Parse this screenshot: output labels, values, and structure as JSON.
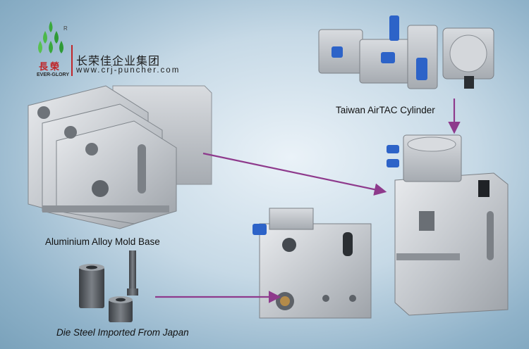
{
  "logo": {
    "mark": "R",
    "name_cn": "長榮",
    "name_en": "EVER-GLORY"
  },
  "brand": {
    "company_cn": "长荣佳企业集团",
    "website": "www.crj-puncher.com"
  },
  "captions": {
    "cylinder": "Taiwan AirTAC Cylinder",
    "mold_base": "Aluminium Alloy Mold Base",
    "die_steel": "Die Steel Imported From Japan"
  },
  "colors": {
    "arrow": "#8e3a8c",
    "logo_green": "#3aa83c",
    "logo_red": "#c0262a",
    "fitting_blue": "#2d63c8",
    "aluminium": "#c9ccd0"
  }
}
